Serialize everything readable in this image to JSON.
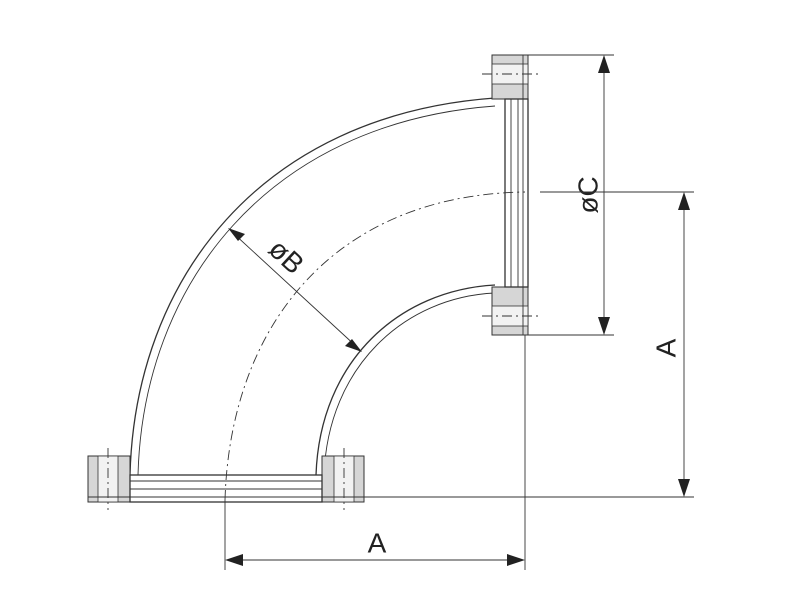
{
  "drawing": {
    "labels": {
      "diameter_b": "øB",
      "diameter_c": "øC",
      "leg_length_vertical": "A",
      "leg_length_horizontal": "A"
    }
  }
}
